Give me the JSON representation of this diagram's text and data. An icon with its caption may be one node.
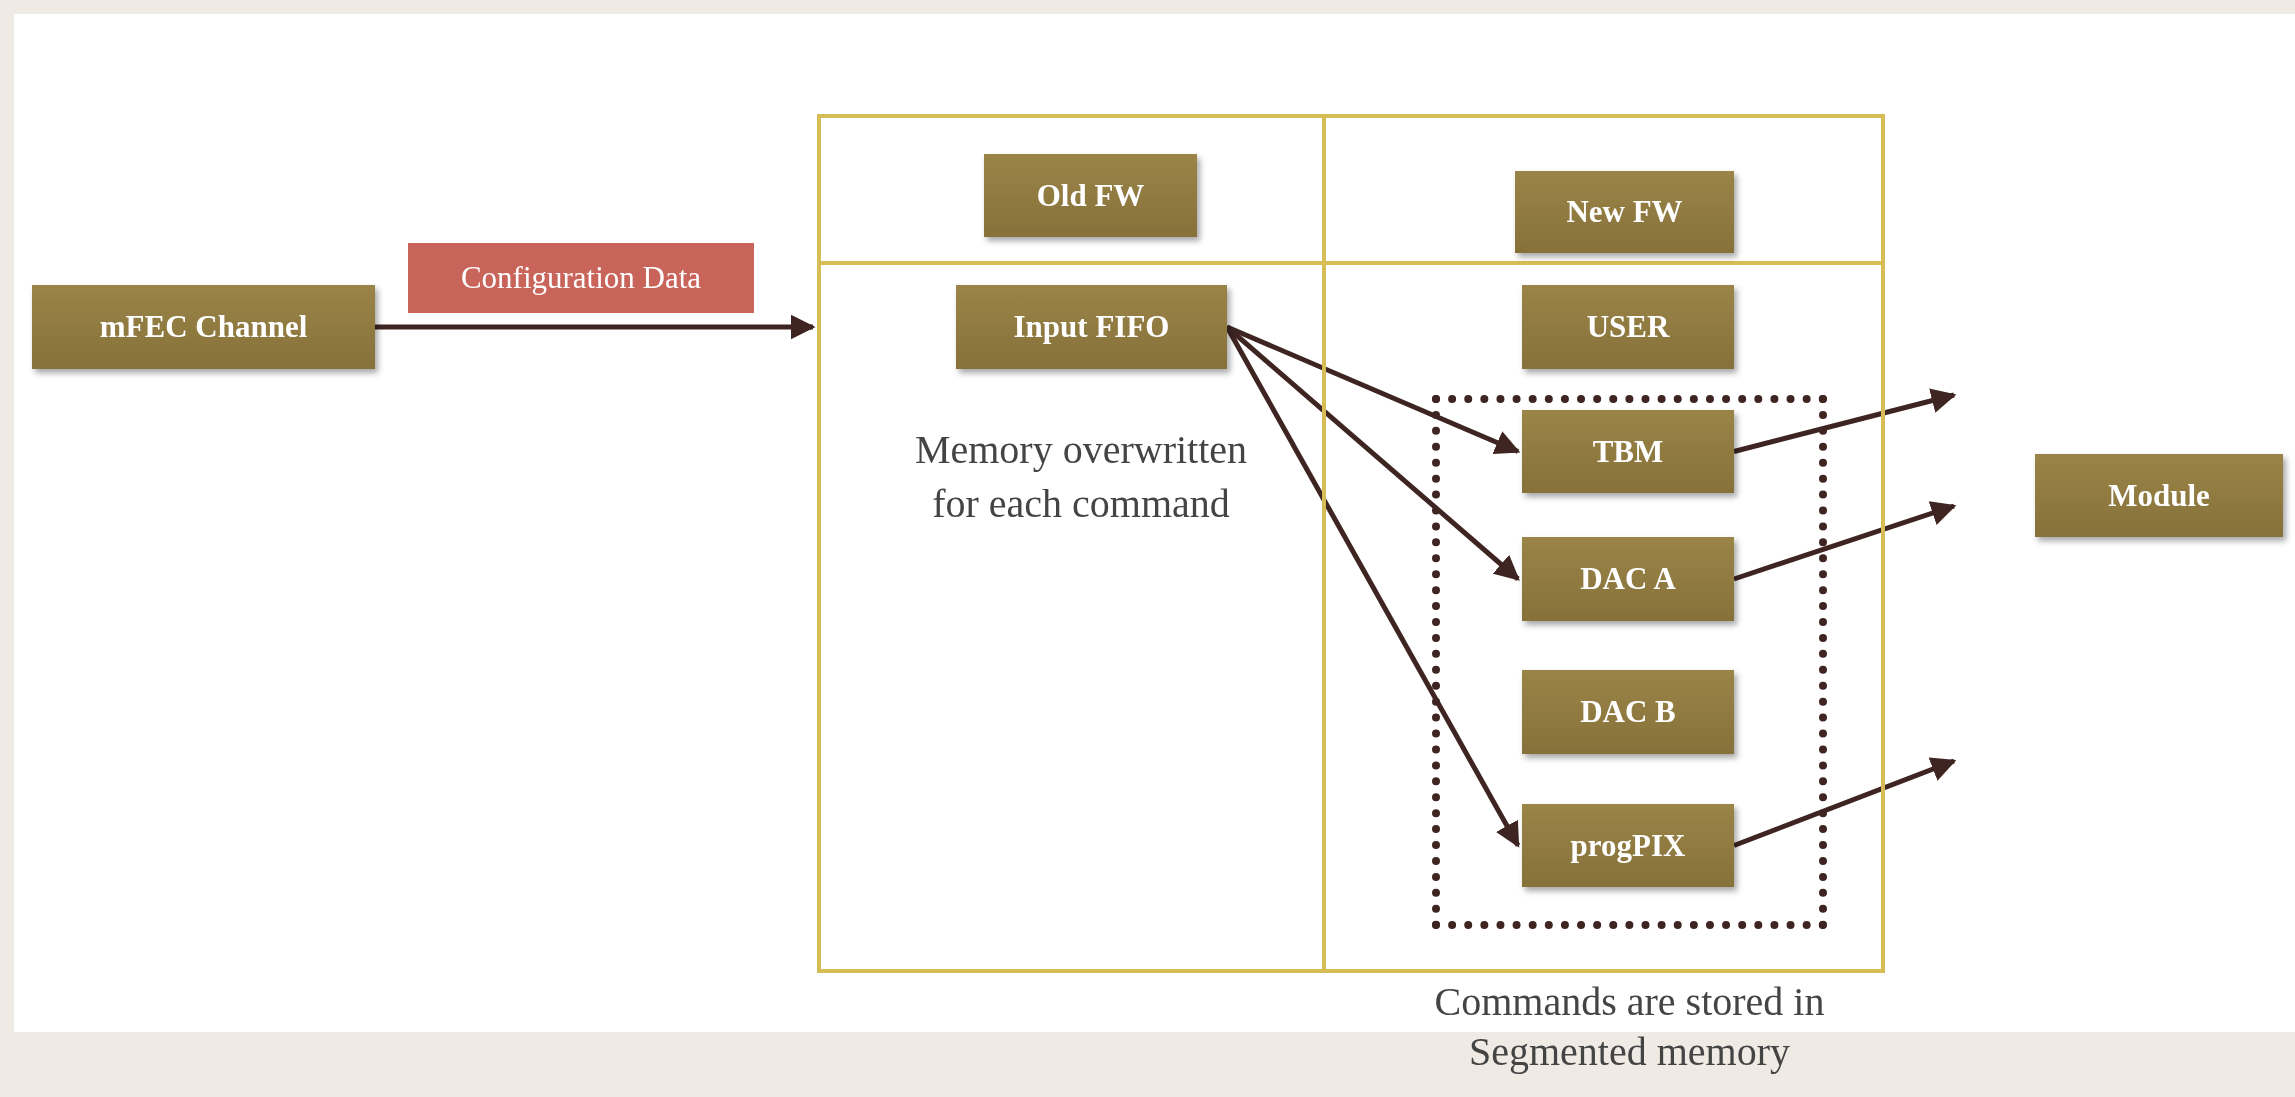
{
  "diagram": {
    "nodes": [
      {
        "text": [
          "mFEC Channel"
        ]
      },
      {
        "text": [],
        "shape": "box"
      },
      {
        "text": [
          "Old FW"
        ],
        "in": 1
      },
      {
        "text": [
          "New FW"
        ],
        "in": 1
      },
      {
        "text": [
          "Input FIFO"
        ],
        "in": 1
      },
      {
        "text": [
          "USER"
        ],
        "in": 1
      },
      {
        "text": [
          "Commands are stored in Segmented memory"
        ],
        "in": 1
      },
      {
        "text": [
          "TBM"
        ],
        "in": 6
      },
      {
        "text": [
          "DAC A"
        ],
        "in": 6
      },
      {
        "text": [
          "DAC B"
        ],
        "in": 6
      },
      {
        "text": [
          "progPIX"
        ],
        "in": 6
      },
      {
        "text": [
          "Module"
        ]
      }
    ],
    "edges": [
      {
        "from": 0,
        "to": 1,
        "arrow": "to",
        "label": "Configuration Data"
      },
      {
        "from": 4,
        "to": 7,
        "arrow": "to"
      },
      {
        "from": 4,
        "to": 8,
        "arrow": "to"
      },
      {
        "from": 4,
        "to": 10,
        "arrow": "to"
      },
      {
        "from": 7,
        "to": null,
        "arrow": "to"
      },
      {
        "from": 8,
        "to": null,
        "arrow": "to"
      },
      {
        "from": 10,
        "to": null,
        "arrow": "to"
      }
    ],
    "labels": [
      "Memory overwritten for each command"
    ]
  }
}
